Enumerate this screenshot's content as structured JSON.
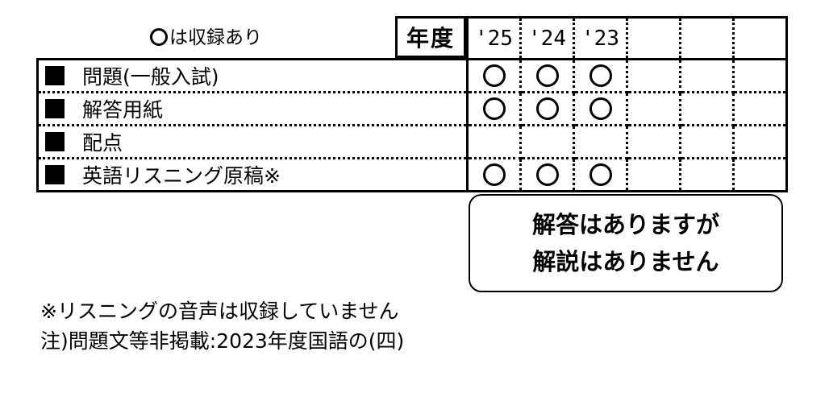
{
  "legend": {
    "text": "は収録あり",
    "icon": "circle-icon"
  },
  "table": {
    "year_header": "年度",
    "years": [
      "'25",
      "'24",
      "'23",
      "",
      "",
      ""
    ],
    "rows": [
      {
        "label": "問題(一般入試)",
        "marks": [
          true,
          true,
          true,
          false,
          false,
          false
        ]
      },
      {
        "label": "解答用紙",
        "marks": [
          true,
          true,
          true,
          false,
          false,
          false
        ]
      },
      {
        "label": "配点",
        "marks": [
          false,
          false,
          false,
          false,
          false,
          false
        ]
      },
      {
        "label": "英語リスニング原稿※",
        "marks": [
          true,
          true,
          true,
          false,
          false,
          false
        ]
      }
    ],
    "mark_icon": "circle-icon",
    "bullet_icon": "square-icon"
  },
  "answer_note": {
    "line1": "解答はありますが",
    "line2": "解説はありません"
  },
  "footnotes": {
    "line1": "※リスニングの音声は収録していません",
    "line2": "注)問題文等非掲載:2023年度国語の(四)"
  }
}
